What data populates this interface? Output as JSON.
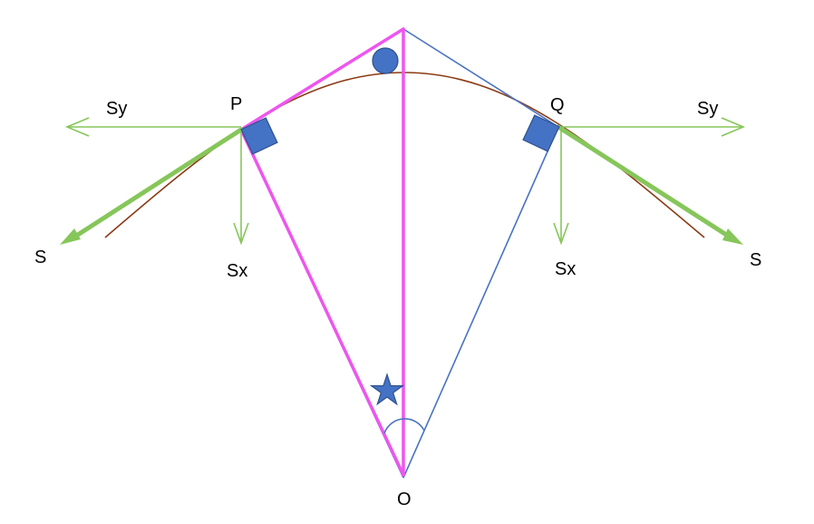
{
  "colors": {
    "pink": "#ee55ee",
    "blue": "#4a72c2",
    "green": "#86c65a",
    "brown": "#8b3a14",
    "shape_fill": "#4472c4",
    "shape_stroke": "#2f528f"
  },
  "labels": {
    "p": "P",
    "q": "Q",
    "o": "O",
    "sy_left": "Sy",
    "sy_right": "Sy",
    "sx_left": "Sx",
    "sx_right": "Sx",
    "s_left": "S",
    "s_right": "S"
  },
  "icons": {
    "circle": "circle-marker-icon",
    "star": "star-marker-icon",
    "square_left": "right-angle-square-icon",
    "square_right": "right-angle-square-icon"
  }
}
